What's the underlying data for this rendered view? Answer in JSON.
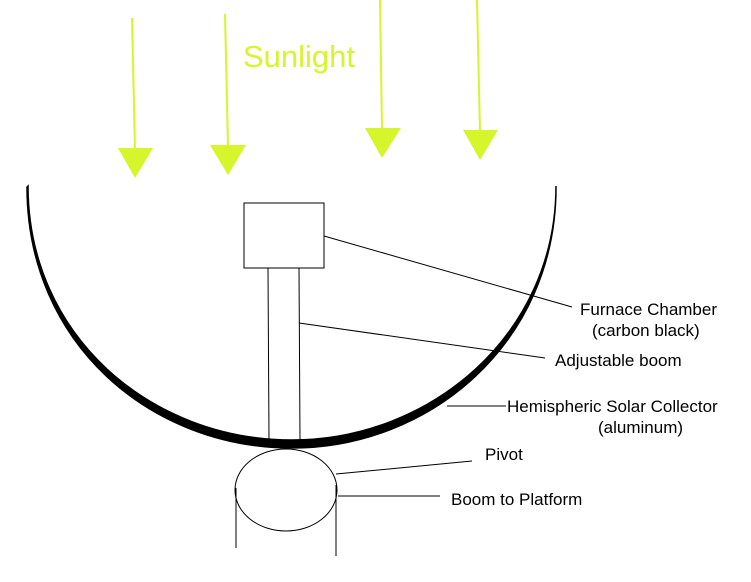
{
  "colors": {
    "sunlight": "#d6f52a",
    "ink": "#000000",
    "background": "#ffffff"
  },
  "title": "Sunlight",
  "labels": {
    "furnace_line1": "Furnace Chamber",
    "furnace_line2": "(carbon black)",
    "boom": "Adjustable boom",
    "collector_line1": "Hemispheric Solar Collector",
    "collector_line2": "(aluminum)",
    "pivot": "Pivot",
    "boom_platform": "Boom to Platform"
  }
}
